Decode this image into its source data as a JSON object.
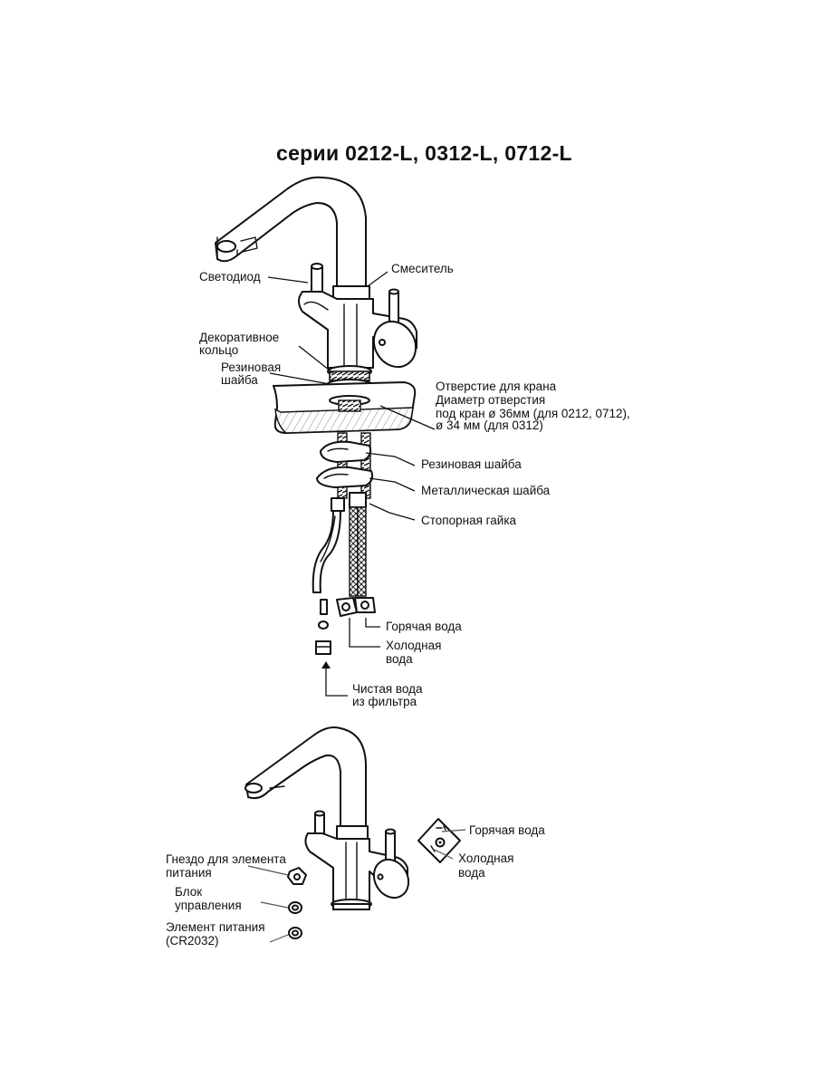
{
  "title": "серии 0212-L, 0312-L, 0712-L",
  "labels": {
    "led": "Светодиод",
    "mixer": "Смеситель",
    "decor_ring_1": "Декоративное",
    "decor_ring_2": "кольцо",
    "rubber_washer_top_1": "Резиновая",
    "rubber_washer_top_2": "шайба",
    "hole_1": "Отверстие для крана",
    "hole_2": "Диаметр отверстия",
    "hole_3": "под кран ø 36мм (для 0212, 0712),",
    "hole_4": "ø 34 мм (для 0312)",
    "rubber_washer": "Резиновая шайба",
    "metal_washer": "Металлическая шайба",
    "lock_nut": "Стопорная гайка",
    "hot_water": "Горячая вода",
    "cold_water_1": "Холодная",
    "cold_water_2": "вода",
    "clean_water_1": "Чистая вода",
    "clean_water_2": "из фильтра",
    "hot_water_2": "Горячая вода",
    "cold_water_b_1": "Холодная",
    "cold_water_b_2": "вода",
    "battery_socket_1": "Гнездо для элемента",
    "battery_socket_2": "питания",
    "control_unit_1": "Блок",
    "control_unit_2": "управления",
    "battery_1": "Элемент питания",
    "battery_2": "(CR2032)"
  }
}
